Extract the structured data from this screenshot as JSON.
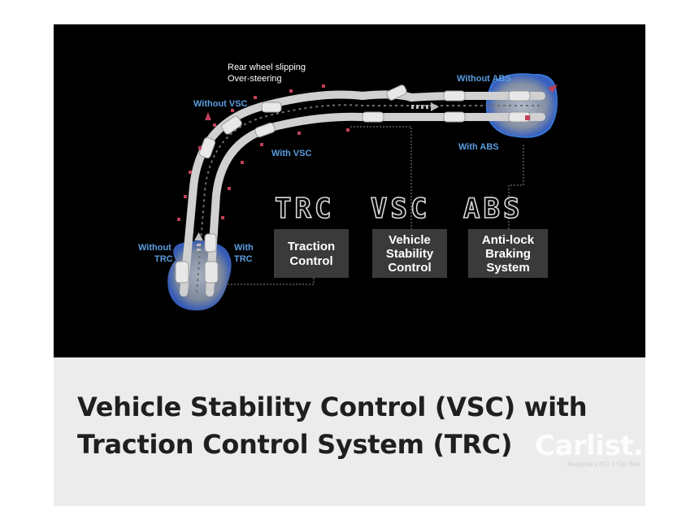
{
  "diagram": {
    "labels": {
      "rear_slip_line1": "Rear wheel slipping",
      "rear_slip_line2": "Over-steering",
      "without_vsc": "Without VSC",
      "with_vsc": "With VSC",
      "without_abs": "Without ABS",
      "with_abs": "With ABS",
      "without_trc_line1": "Without",
      "without_trc_line2": "TRC",
      "with_trc_line1": "With",
      "with_trc_line2": "TRC"
    },
    "logos": {
      "trc": "TRC",
      "vsc": "VSC",
      "abs": "ABS"
    },
    "boxes": {
      "trc_line1": "Traction",
      "trc_line2": "Control",
      "vsc_line1": "Vehicle",
      "vsc_line2": "Stability",
      "vsc_line3": "Control",
      "abs_line1": "Anti-lock",
      "abs_line2": "Braking",
      "abs_line3": "System"
    },
    "colors": {
      "background": "#000000",
      "label_blue": "#5a9ee0",
      "road": "#cfcfcf",
      "box_fill": "#3a3a3a",
      "marker": "#c2405a"
    }
  },
  "caption": {
    "line1": "Vehicle Stability Control (VSC) with",
    "line2": "Traction Control System (TRC)"
  },
  "watermark": {
    "logo": "Carlist.my",
    "tagline": "Malaysia's NO.1 Car Site"
  }
}
